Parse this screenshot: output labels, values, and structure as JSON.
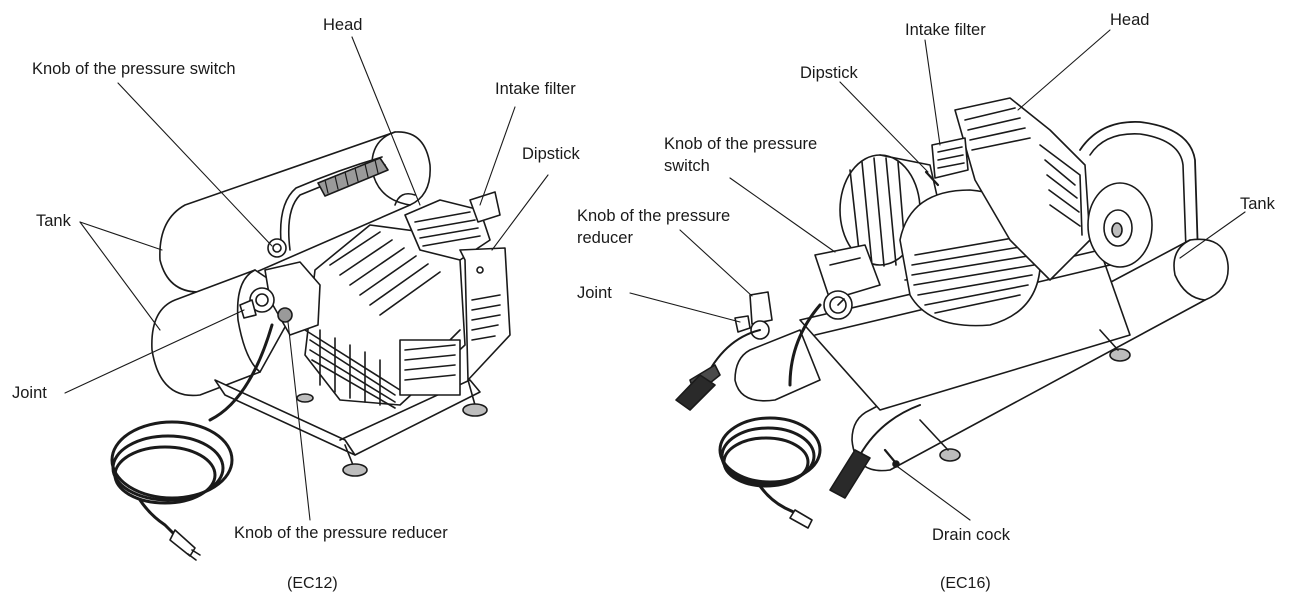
{
  "figures": [
    {
      "caption": "(EC12)",
      "labels": {
        "knob_pressure_switch": "Knob of the pressure switch",
        "head": "Head",
        "intake_filter": "Intake filter",
        "dipstick": "Dipstick",
        "tank": "Tank",
        "joint": "Joint",
        "knob_pressure_reducer": "Knob of the pressure reducer"
      }
    },
    {
      "caption": "(EC16)",
      "labels": {
        "intake_filter": "Intake filter",
        "head": "Head",
        "dipstick": "Dipstick",
        "knob_pressure_switch_1": "Knob of the pressure",
        "knob_pressure_switch_2": "switch",
        "knob_pressure_reducer_1": "Knob of the pressure",
        "knob_pressure_reducer_2": "reducer",
        "joint": "Joint",
        "tank": "Tank",
        "drain_cock": "Drain cock"
      }
    }
  ],
  "colors": {
    "ink": "#1a1a1a",
    "shade": "#d9d9d9",
    "paper": "#ffffff"
  }
}
